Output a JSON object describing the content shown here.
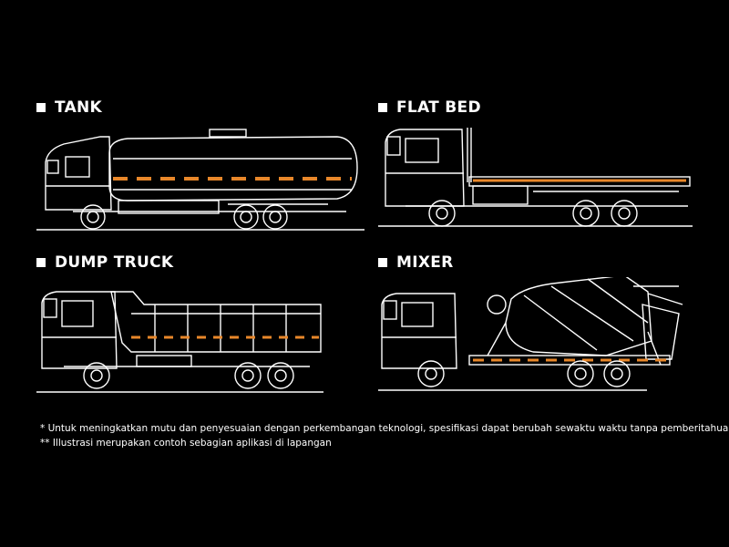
{
  "panels": {
    "tank": {
      "title": "TANK"
    },
    "flatbed": {
      "title": "FLAT BED"
    },
    "dump": {
      "title": "DUMP TRUCK"
    },
    "mixer": {
      "title": "MIXER"
    }
  },
  "notes": {
    "note1": "* Untuk meningkatkan mutu dan penyesuaian dengan perkembangan teknologi, spesifikasi dapat berubah sewaktu waktu tanpa pemberitahuan",
    "note2": "** Illustrasi merupakan contoh sebagian aplikasi di lapangan"
  },
  "colors": {
    "background": "#000000",
    "line": "#ffffff",
    "accent": "#e8872a"
  },
  "icons": [
    "square-bullet-icon",
    "tank-truck-illustration",
    "flatbed-truck-illustration",
    "dump-truck-illustration",
    "mixer-truck-illustration"
  ]
}
